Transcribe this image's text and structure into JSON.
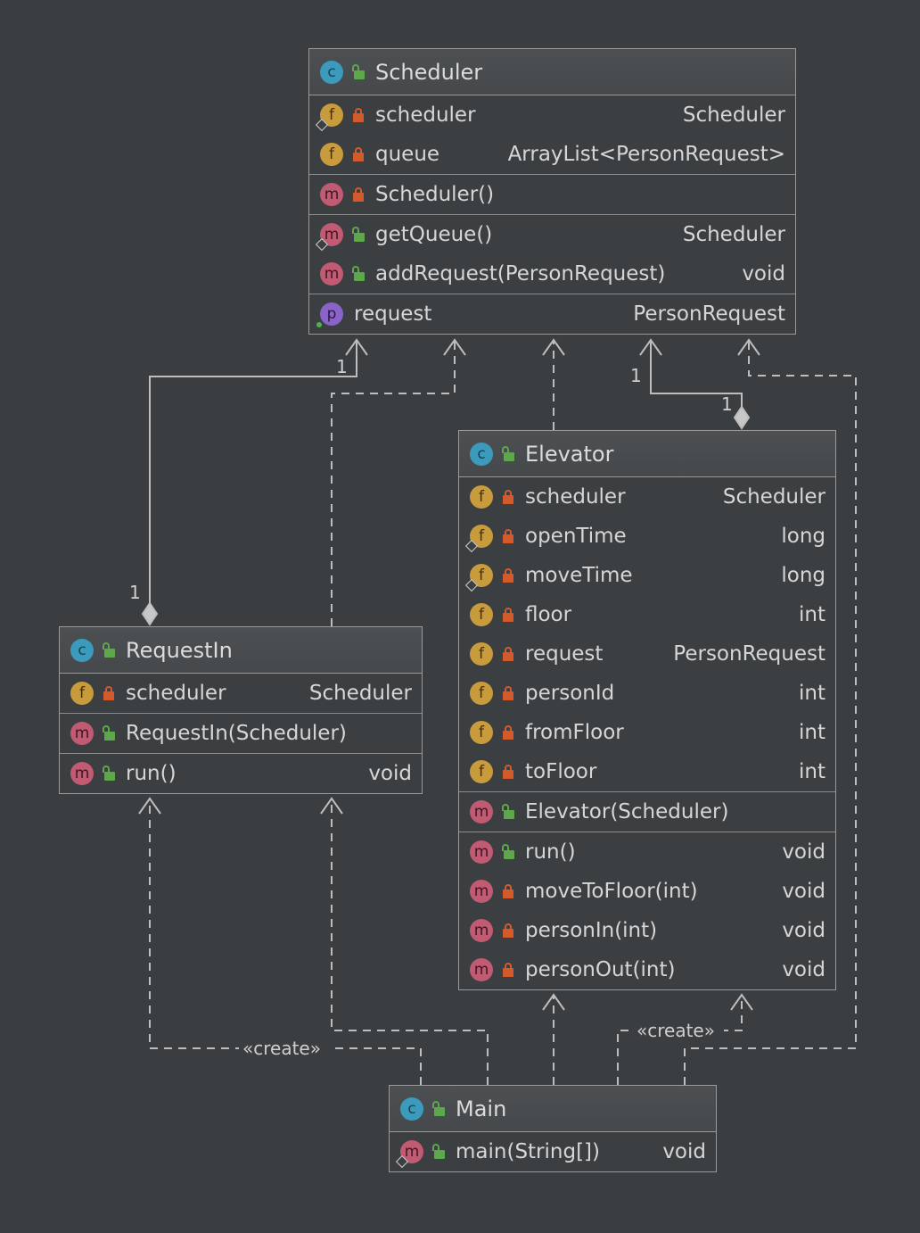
{
  "classes": {
    "scheduler": {
      "name": "Scheduler",
      "sections": [
        [
          {
            "kind": "f",
            "vis": "private",
            "name": "scheduler",
            "type": "Scheduler",
            "marker": "static"
          },
          {
            "kind": "f",
            "vis": "private",
            "name": "queue",
            "type": "ArrayList<PersonRequest>"
          }
        ],
        [
          {
            "kind": "m",
            "vis": "private",
            "name": "Scheduler()",
            "type": ""
          }
        ],
        [
          {
            "kind": "m",
            "vis": "public",
            "name": "getQueue()",
            "type": "Scheduler",
            "marker": "static"
          },
          {
            "kind": "m",
            "vis": "public",
            "name": "addRequest(PersonRequest)",
            "type": "void"
          }
        ],
        [
          {
            "kind": "p",
            "vis": "none",
            "name": "request",
            "type": "PersonRequest",
            "marker": "dot"
          }
        ]
      ]
    },
    "elevator": {
      "name": "Elevator",
      "sections": [
        [
          {
            "kind": "f",
            "vis": "private",
            "name": "scheduler",
            "type": "Scheduler"
          },
          {
            "kind": "f",
            "vis": "private",
            "name": "openTime",
            "type": "long",
            "marker": "static"
          },
          {
            "kind": "f",
            "vis": "private",
            "name": "moveTime",
            "type": "long",
            "marker": "static"
          },
          {
            "kind": "f",
            "vis": "private",
            "name": "floor",
            "type": "int"
          },
          {
            "kind": "f",
            "vis": "private",
            "name": "request",
            "type": "PersonRequest"
          },
          {
            "kind": "f",
            "vis": "private",
            "name": "personId",
            "type": "int"
          },
          {
            "kind": "f",
            "vis": "private",
            "name": "fromFloor",
            "type": "int"
          },
          {
            "kind": "f",
            "vis": "private",
            "name": "toFloor",
            "type": "int"
          }
        ],
        [
          {
            "kind": "m",
            "vis": "public",
            "name": "Elevator(Scheduler)",
            "type": ""
          }
        ],
        [
          {
            "kind": "m",
            "vis": "public",
            "name": "run()",
            "type": "void"
          },
          {
            "kind": "m",
            "vis": "private",
            "name": "moveToFloor(int)",
            "type": "void"
          },
          {
            "kind": "m",
            "vis": "private",
            "name": "personIn(int)",
            "type": "void"
          },
          {
            "kind": "m",
            "vis": "private",
            "name": "personOut(int)",
            "type": "void"
          }
        ]
      ]
    },
    "requestin": {
      "name": "RequestIn",
      "sections": [
        [
          {
            "kind": "f",
            "vis": "private",
            "name": "scheduler",
            "type": "Scheduler"
          }
        ],
        [
          {
            "kind": "m",
            "vis": "public",
            "name": "RequestIn(Scheduler)",
            "type": ""
          }
        ],
        [
          {
            "kind": "m",
            "vis": "public",
            "name": "run()",
            "type": "void"
          }
        ]
      ]
    },
    "main": {
      "name": "Main",
      "sections": [
        [
          {
            "kind": "m",
            "vis": "public",
            "name": "main(String[])",
            "type": "void",
            "marker": "static"
          }
        ]
      ]
    }
  },
  "labels": {
    "mult_requestin_top": "1",
    "mult_requestin_bottom": "1",
    "mult_elevator_top": "1",
    "mult_elevator_bottom": "1",
    "create_requestin": "«create»",
    "create_elevator": "«create»"
  },
  "icons": {
    "class": "class-icon",
    "field": "field-icon",
    "method": "method-icon",
    "property": "property-icon",
    "private": "lock-icon",
    "public": "unlock-icon"
  },
  "colors": {
    "background": "#3b3e41",
    "border": "#9a9a9a",
    "class_badge": "#3c9bbd",
    "field_badge": "#c89b3c",
    "method_badge": "#c15a73",
    "property_badge": "#8a63c8",
    "private_lock": "#d45a2c",
    "public_lock": "#5ca84a"
  }
}
